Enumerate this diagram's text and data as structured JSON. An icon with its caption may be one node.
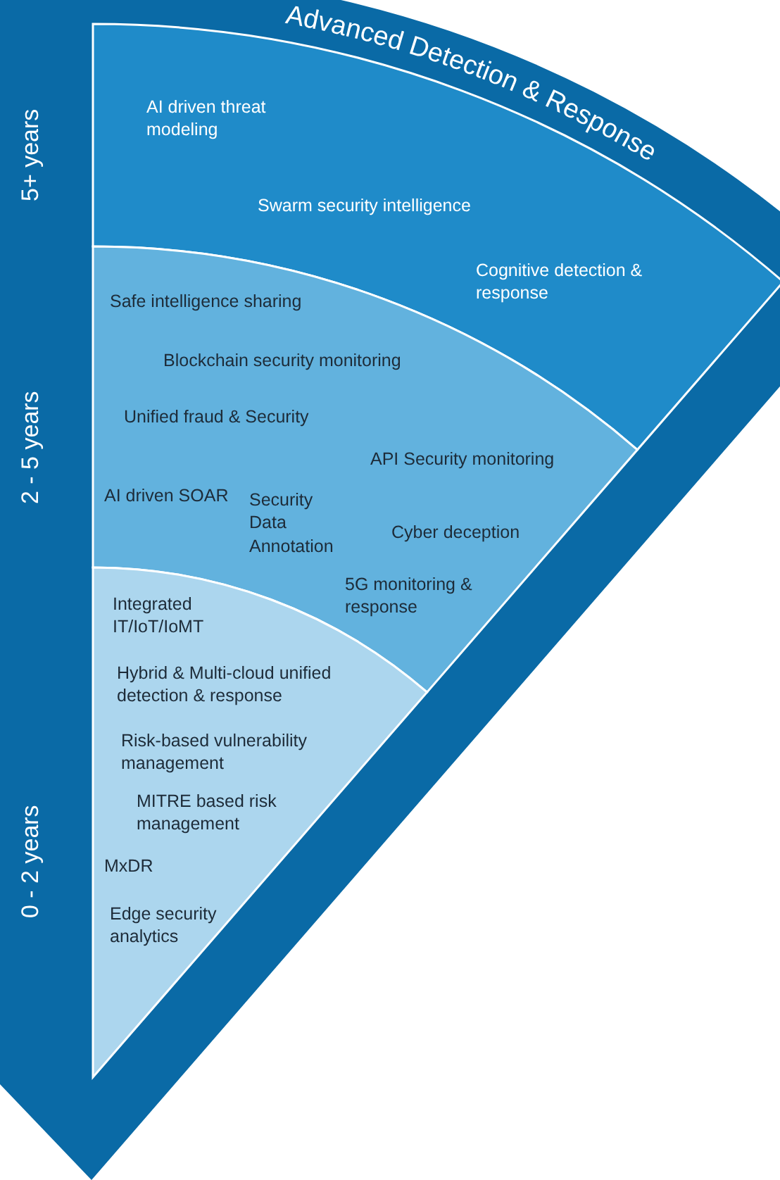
{
  "diagram": {
    "title": "Advanced Detection & Response",
    "nodes": [
      {
        "text": [
          "AI driven threat modeling",
          "Swarm security intelligence",
          "Cognitive detection & response"
        ],
        "beside": [
          "5+ years"
        ]
      },
      {
        "text": [
          "Safe intelligence sharing",
          "Blockchain security monitoring",
          "Unified fraud & Security",
          "API Security monitoring",
          "AI driven SOAR",
          "Security Data Annotation",
          "Cyber deception",
          "5G monitoring & response"
        ],
        "beside": [
          "2 - 5 years"
        ]
      },
      {
        "text": [
          "Integrated IT/IoT/IoMT",
          "Hybrid & Multi-cloud unified detection & response",
          "Risk-based vulnerability management",
          "MITRE based risk management",
          "MxDR",
          "Edge security analytics"
        ],
        "beside": [
          "0 - 2 years"
        ]
      }
    ]
  }
}
